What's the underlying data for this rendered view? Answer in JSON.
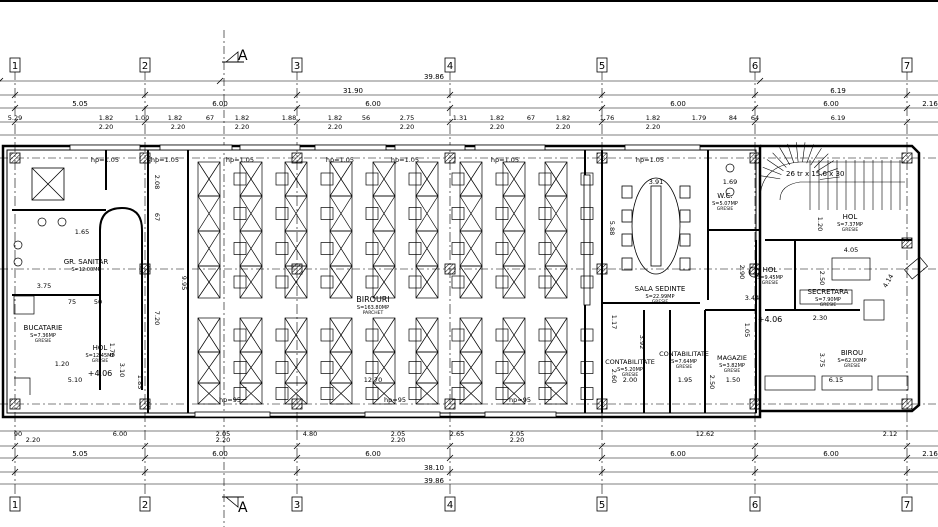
{
  "drawing": {
    "grid_labels": [
      "1",
      "2",
      "3",
      "4",
      "5",
      "6",
      "7"
    ],
    "section_mark": "A",
    "top_dims": {
      "total": "39.86",
      "sub_total": "31.90",
      "right_total": "6.19",
      "row2": [
        "5.05",
        "6.00",
        "6.00",
        "6.00",
        "6.00",
        "2.16"
      ],
      "row3": [
        "5.29",
        "1.82",
        "1.00",
        "1.82",
        "67",
        "1.82",
        "1.88",
        "1.82",
        "56",
        "2.75",
        "1.31",
        "1.82",
        "67",
        "1.82",
        "1.76",
        "1.82",
        "1.79",
        "84",
        "64",
        "6.19"
      ],
      "row3_sub": [
        "2.20",
        "2.20",
        "2.20",
        "2.20",
        "2.20",
        "2.20",
        "2.20",
        "2.20"
      ]
    },
    "bottom_dims": {
      "row1": [
        "90",
        "6.00",
        "2.05",
        "4.80",
        "2.05",
        "2.65",
        "2.05",
        "12.62",
        "2.12"
      ],
      "row1_sub": [
        "2.20",
        "2.20",
        "2.20",
        "2.20"
      ],
      "row2": [
        "5.05",
        "6.00",
        "6.00",
        "6.00",
        "6.00",
        "2.16"
      ],
      "total_sub": "38.10",
      "total": "39.86"
    },
    "sill_labels": [
      "hp=1.05",
      "hp=1.05",
      "hp=1.05",
      "hp=1.05",
      "hp=1.05",
      "hp=1.05",
      "hp=1.05",
      "hp=95",
      "hp=95",
      "hp=95"
    ],
    "interior_dims": [
      "2.08",
      "67",
      "1.65",
      "9.95",
      "7.20",
      "3.75",
      "75",
      "50",
      "1.20",
      "1.70",
      "3.10",
      "5.10",
      "12.70",
      "5.88",
      "3.91",
      "1.69",
      "1.20",
      "4.05",
      "2.50",
      "2.30",
      "4.14",
      "3.44",
      "3.75",
      "6.15",
      "2.90",
      "1.17",
      "3.92",
      "2.60",
      "2.00",
      "1.95",
      "1.50",
      "1.05",
      "2.50",
      "1.85"
    ],
    "stair_label": "26 tr x 15.6 x 30",
    "rooms": [
      {
        "name": "GR. SANITAR",
        "area": "S=12.00MP",
        "finish": ""
      },
      {
        "name": "BUCATARIE",
        "area": "S=7.36MP",
        "finish": "GRESIE"
      },
      {
        "name": "HOL",
        "area": "S=12.45MP",
        "finish": "GRESIE"
      },
      {
        "name": "BIROURI",
        "area": "S=163.80MP",
        "finish": "PARCHET"
      },
      {
        "name": "SALA SEDINTE",
        "area": "S=22.99MP",
        "finish": "GRESIE"
      },
      {
        "name": "W.C.",
        "area": "S=5.07MP",
        "finish": "GRESIE"
      },
      {
        "name": "HOL",
        "area": "S=7.37MP",
        "finish": "GRESIE"
      },
      {
        "name": "HOL",
        "area": "S=9.45MP",
        "finish": "GRESIE"
      },
      {
        "name": "SECRETARA",
        "area": "S=7.90MP",
        "finish": "GRESIE"
      },
      {
        "name": "BIROU",
        "area": "S=62.00MP",
        "finish": "GRESIE"
      },
      {
        "name": "CONTABILITATE",
        "area": "S=5.20MP",
        "finish": "GRESIE"
      },
      {
        "name": "CONTABILITATE",
        "area": "S=7.64MP",
        "finish": "GRESIE"
      },
      {
        "name": "MAGAZIE",
        "area": "S=3.82MP",
        "finish": "GRESIE"
      }
    ],
    "levels": [
      "+4.06",
      "+4.06"
    ]
  }
}
